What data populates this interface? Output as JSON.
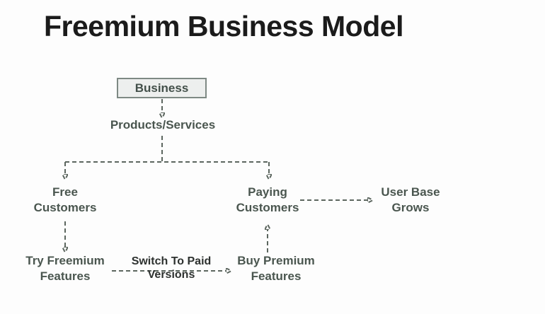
{
  "title": "Freemium Business Model",
  "colors": {
    "background": "#fdfdfd",
    "title_text": "#1b1b1b",
    "label_text": "#4a564f",
    "emphasis_label_text": "#2d312f",
    "connector": "#5c665f",
    "box_fill": "#edefee",
    "box_border": "#7e8984"
  },
  "diagram": {
    "business": "Business",
    "products_services": "Products/Services",
    "free_customers": "Free Customers",
    "paying_customers": "Paying Customers",
    "user_base_grows": "User Base Grows",
    "try_freemium_features": "Try Freemium Features",
    "switch_to_paid": "Switch To Paid Versions",
    "buy_premium_features": "Buy Premium Features"
  }
}
